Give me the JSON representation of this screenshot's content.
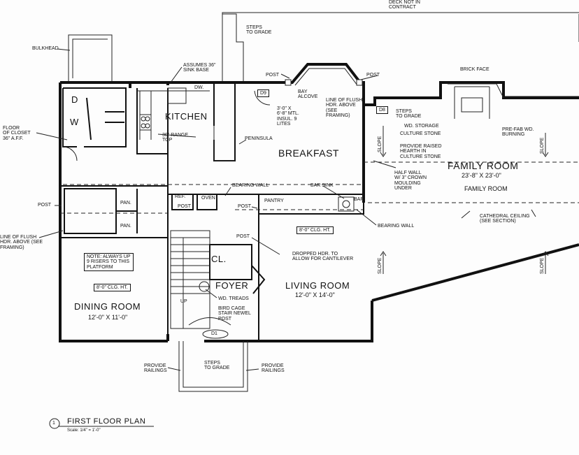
{
  "rooms": {
    "kitchen": "KITCHEN",
    "breakfast": "BREAKFAST",
    "family_room": "FAMILY ROOM",
    "family_room_dim": "23'-8\" X 23'-0\"",
    "family_room_sub": "FAMILY ROOM",
    "dining_room": "DINING ROOM",
    "dining_room_dim": "12'-0\" X 11'-0\"",
    "living_room": "LIVING ROOM",
    "living_room_dim": "12'-0\" X 14'-0\"",
    "foyer": "FOYER"
  },
  "labels": {
    "deck": "DECK NOT IN\nCONTRACT",
    "steps_top": "STEPS\nTO GRADE",
    "bulkhead": "BULKHEAD",
    "assumes_sink": "ASSUMES 36\"\nSINK BASE",
    "dw": "DW.",
    "post_top": "POST",
    "post_top_right": "POST",
    "bay_alcove": "BAY\nALCOVE",
    "line_flush_top": "LINE OF FLUSH\nHDR. ABOVE\n(SEE\nFRAMING)",
    "d9": "D9",
    "door_note": "3'-0\" X\n6'-8\" MTL.\nINSUL. 9\nLITES",
    "brick_face": "BRICK FACE",
    "d8": "D8",
    "steps_right": "STEPS\nTO GRADE",
    "wd_storage": "WD. STORAGE",
    "culture_stone": "CULTURE STONE",
    "pre_fab": "PRE-FAB WD.\nBURNING",
    "raised_hearth": "PROVIDE RAISED\nHEARTH IN\nCULTURE STONE",
    "half_wall": "HALF WALL\nW/ 3\" CROWN\nMOULDING\nUNDER",
    "floor_closet": "FLOOR\nOF CLOSET\n36\" A.F.F.",
    "d": "D",
    "w": "W",
    "range": "30\" RANGE\nTOP",
    "peninsula": "PENINSULA",
    "bearing_wall_top": "BEARING WALL",
    "bar_sink": "BAR SINK",
    "bar": "BAR",
    "pantry": "PANTRY",
    "ref": "REF.",
    "oven": "OVEN",
    "post_mid": "POST",
    "post_mid2": "POST",
    "post_left": "POST",
    "pan1": "PAN.",
    "pan2": "PAN.",
    "bearing_wall_right": "BEARING WALL",
    "line_flush_left": "LINE OF FLUSH\nHDR. ABOVE (SEE\nFRAMING)",
    "clg_living": "8'-0\" CLG. HT.",
    "post_stair": "POST",
    "dropped_hdr": "DROPPED HDR. TO\nALLOW FOR CANTILEVER",
    "cathedral": "CATHEDRAL CEILING\n(SEE SECTION)",
    "note_risers": "NOTE: ALWAYS UP\n9 RISERS TO THIS\nPLATFORM",
    "cl": "CL.",
    "clg_dining": "8'-0\" CLG. HT.",
    "wd_treads": "WD. TREADS",
    "bird_cage": "BIRD CAGE\nSTAIR NEWEL\nPOST",
    "up": "UP",
    "d1": "D1",
    "provide_rail_left": "PROVIDE\nRAILINGS",
    "steps_bottom": "STEPS\nTO GRADE",
    "provide_rail_right": "PROVIDE\nRAILINGS",
    "slope": "SLOPE"
  },
  "title": {
    "number": "1",
    "text": "FIRST FLOOR PLAN",
    "scale": "Scale: 1/4\" = 1'-0\""
  }
}
